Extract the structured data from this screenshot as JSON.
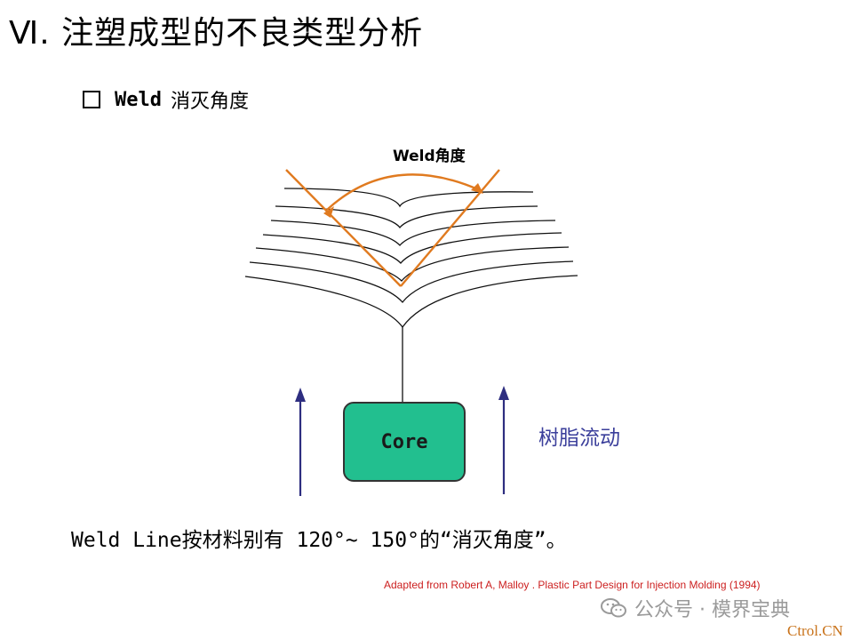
{
  "page": {
    "title": "Ⅵ. 注塑成型的不良类型分析",
    "subtitle_en": "Weld",
    "subtitle_zh": "消灭角度"
  },
  "diagram": {
    "angle_label": "Weld角度",
    "core_label": "Core",
    "flow_label": "树脂流动",
    "colors": {
      "weld_angle_lines": "#e07a1f",
      "flow_arrows": "#2e2e80",
      "core_fill": "#22bf8f",
      "flow_text": "#3b3f9b"
    }
  },
  "caption": "Weld Line按材料别有 120°~ 150°的“消灭角度”。",
  "source": "Adapted from Robert A, Malloy . Plastic Part Design for Injection Molding (1994)",
  "watermark": {
    "icon": "wechat-icon",
    "text": "公众号 · 模界宝典"
  },
  "brand": "Ctrol.CN"
}
